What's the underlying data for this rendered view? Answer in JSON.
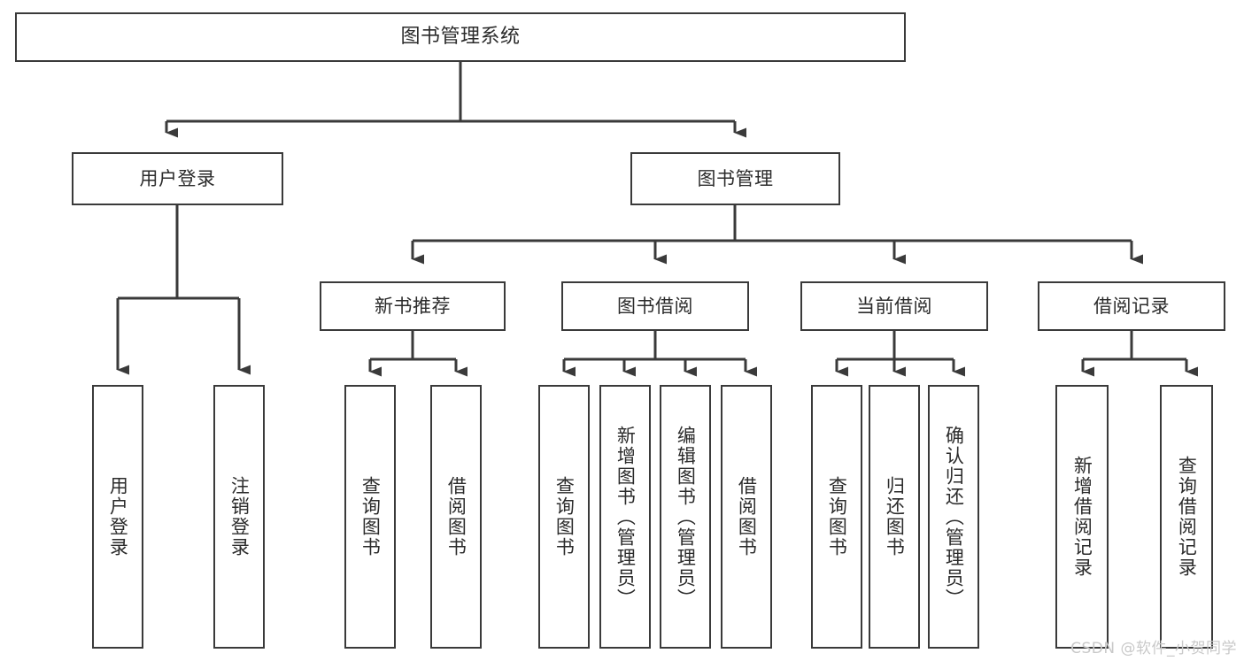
{
  "diagram": {
    "type": "tree-hierarchy-chart",
    "title": "图书管理系统",
    "orientation": "top-down",
    "colors": {
      "stroke": "#3a3a3a",
      "text": "#2b2b2b",
      "background": "#ffffff",
      "watermark": "#c9c9c9"
    },
    "nodes": {
      "root": {
        "label": "图书管理系统"
      },
      "level1": [
        {
          "label": "用户登录"
        },
        {
          "label": "图书管理"
        }
      ],
      "level2": [
        {
          "label": "新书推荐"
        },
        {
          "label": "图书借阅"
        },
        {
          "label": "当前借阅"
        },
        {
          "label": "借阅记录"
        }
      ],
      "leaves_user_login": [
        {
          "label": "用户登录"
        },
        {
          "label": "注销登录"
        }
      ],
      "leaves_new_book": [
        {
          "label": "查询图书"
        },
        {
          "label": "借阅图书"
        }
      ],
      "leaves_borrow": [
        {
          "label": "查询图书"
        },
        {
          "label": "新增图书（管理员）"
        },
        {
          "label": "编辑图书（管理员）"
        },
        {
          "label": "借阅图书"
        }
      ],
      "leaves_current": [
        {
          "label": "查询图书"
        },
        {
          "label": "归还图书"
        },
        {
          "label": "确认归还（管理员）"
        }
      ],
      "leaves_records": [
        {
          "label": "新增借阅记录"
        },
        {
          "label": "查询借阅记录"
        }
      ]
    },
    "watermark": "CSDN @软件_小贺同学"
  }
}
